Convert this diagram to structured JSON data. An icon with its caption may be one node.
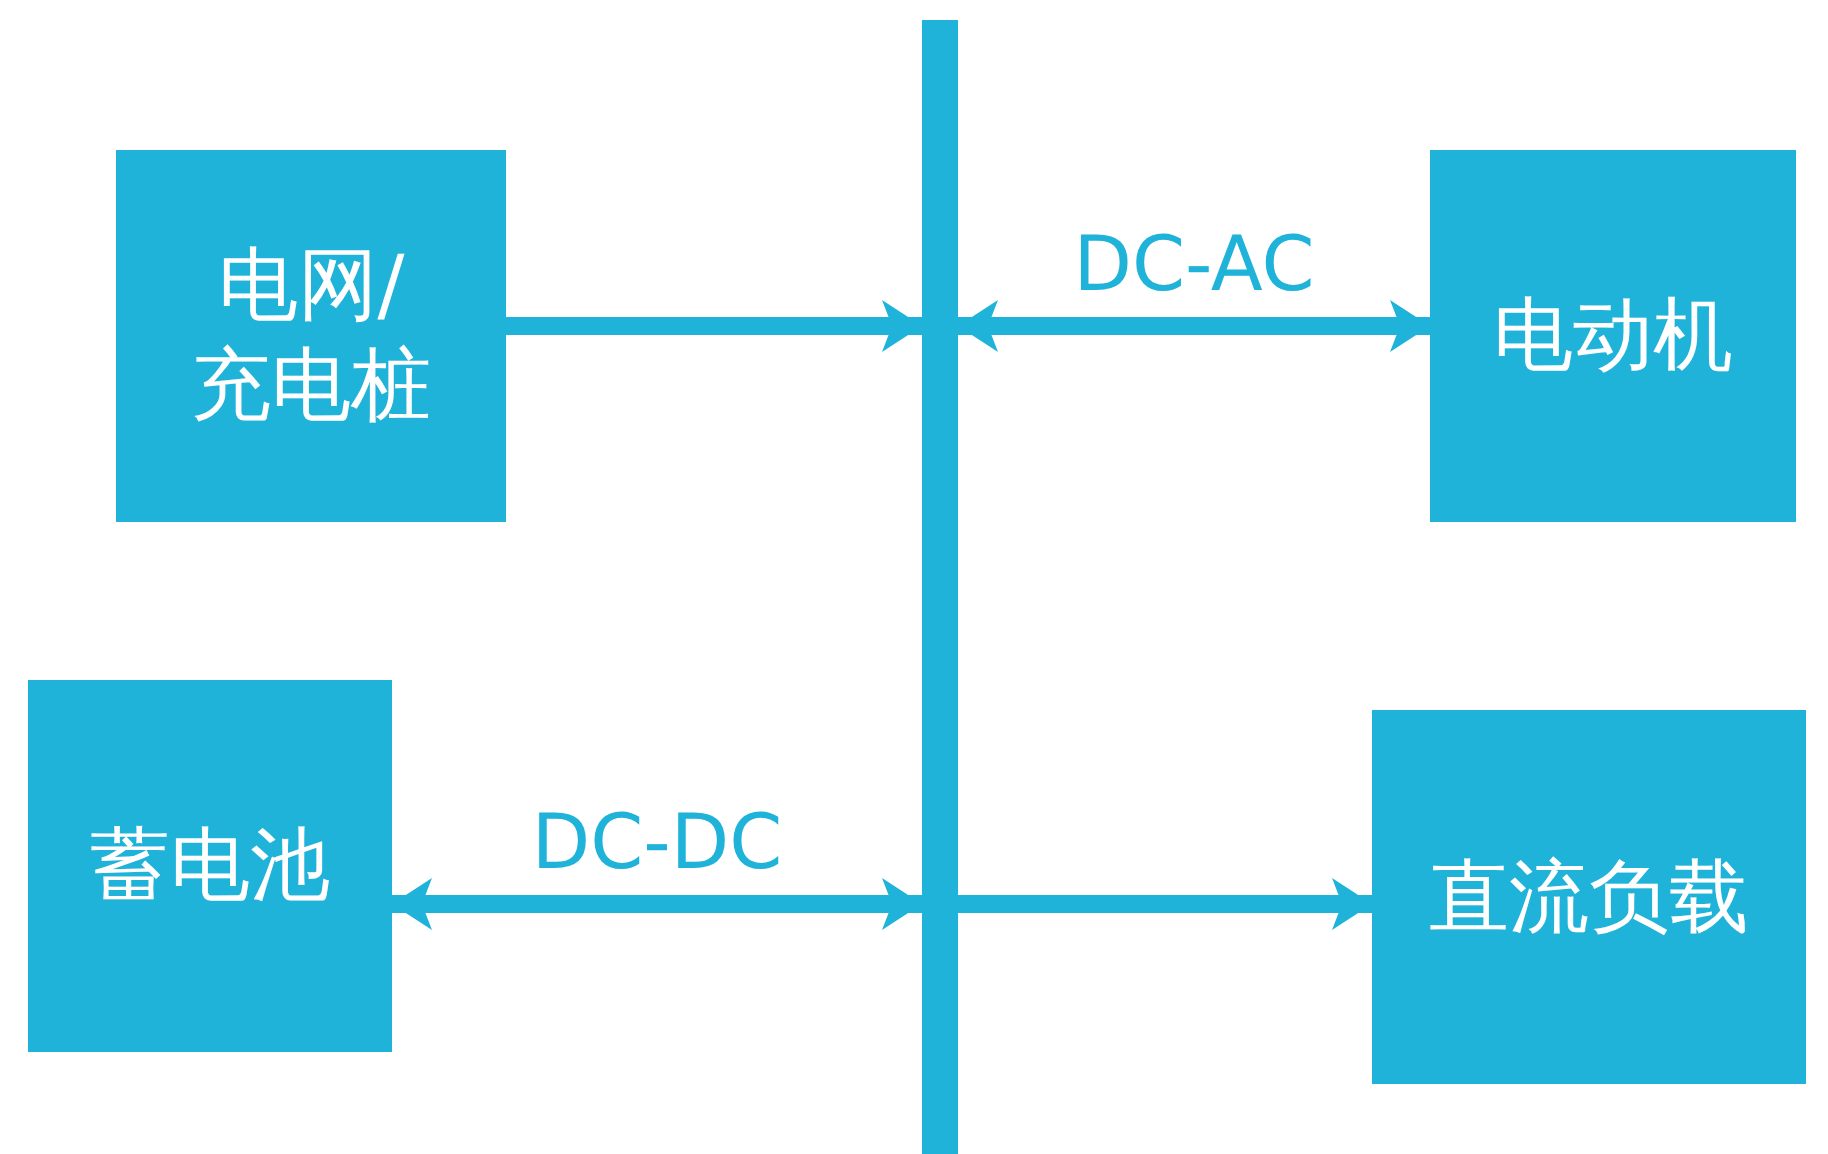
{
  "diagram": {
    "nodes": [
      {
        "text": [
          "电网/充电桩"
        ]
      },
      {
        "text": [
          "电动机"
        ]
      },
      {
        "text": [
          "蓄电池"
        ]
      },
      {
        "text": [
          "直流负载"
        ]
      },
      {
        "text": [],
        "shape": "bar"
      }
    ],
    "edges": [
      {
        "from": 0,
        "to": 4,
        "arrow": "to"
      },
      {
        "from": 4,
        "to": 1,
        "arrow": "both",
        "label": "DC-AC"
      },
      {
        "from": 2,
        "to": 4,
        "arrow": "both",
        "label": "DC-DC"
      },
      {
        "from": 4,
        "to": 3,
        "arrow": "to"
      }
    ]
  }
}
